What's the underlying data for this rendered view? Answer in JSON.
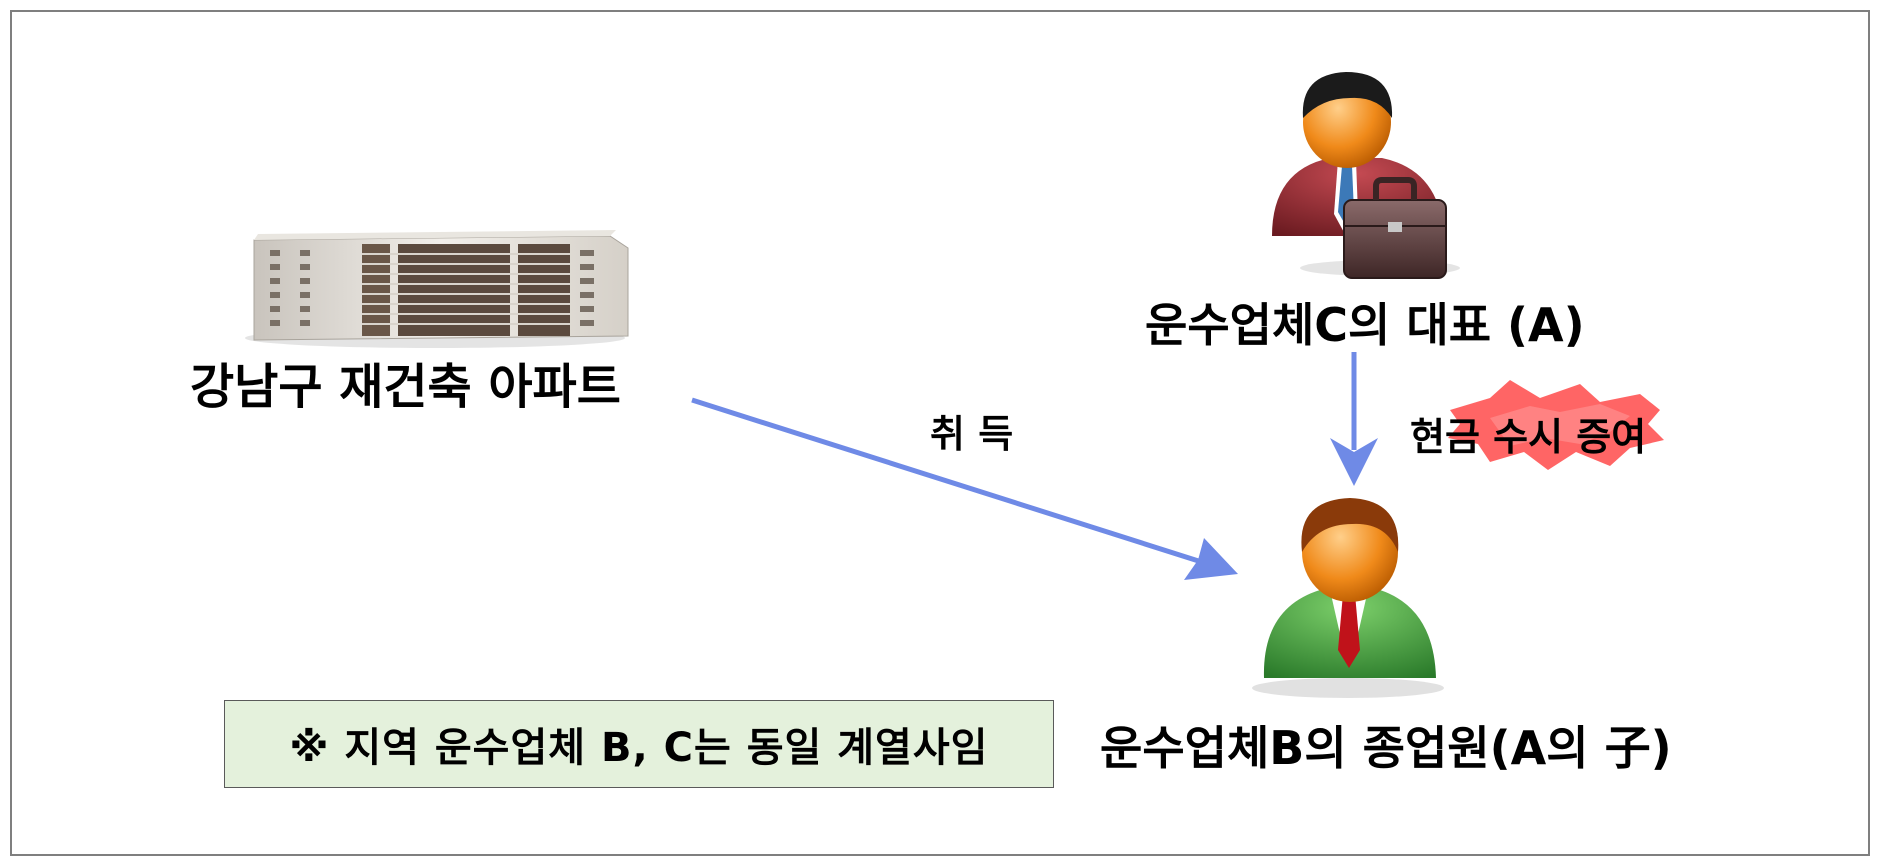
{
  "apartment": {
    "label": "강남구  재건축  아파트"
  },
  "ceo": {
    "label": "운수업체C의  대표 (A)"
  },
  "employee": {
    "label": "운수업체B의  종업원(A의  子)"
  },
  "arrows": {
    "acquisition_label": "취 득",
    "cash_gift_label": "현금  수시  증여"
  },
  "note": {
    "text": "※  지역  운수업체  B, C는  동일  계열사임"
  },
  "colors": {
    "arrow": "#6f8ae6",
    "note_bg": "#e4f1dc",
    "burst": "#ff4a4a",
    "ceo_suit": "#8b2b33",
    "employee_suit": "#3c9a3c"
  },
  "icons": [
    "apartment-building-icon",
    "businessman-with-briefcase-icon",
    "employee-person-icon",
    "red-burst-icon"
  ]
}
